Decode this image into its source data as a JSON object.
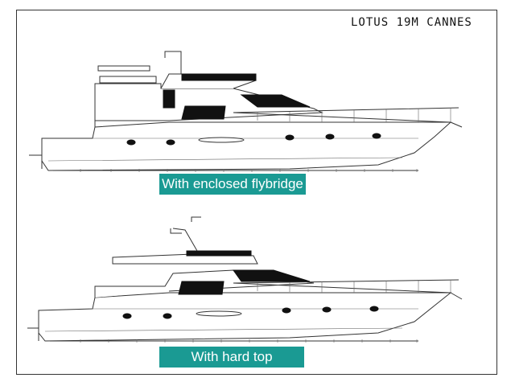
{
  "drawing": {
    "title": "LOTUS 19M CANNES",
    "captions": {
      "enclosed_flybridge": "With enclosed flybridge",
      "hard_top": "With hard top"
    },
    "caption_color": "#1a9a93",
    "line_color": "#333333"
  }
}
